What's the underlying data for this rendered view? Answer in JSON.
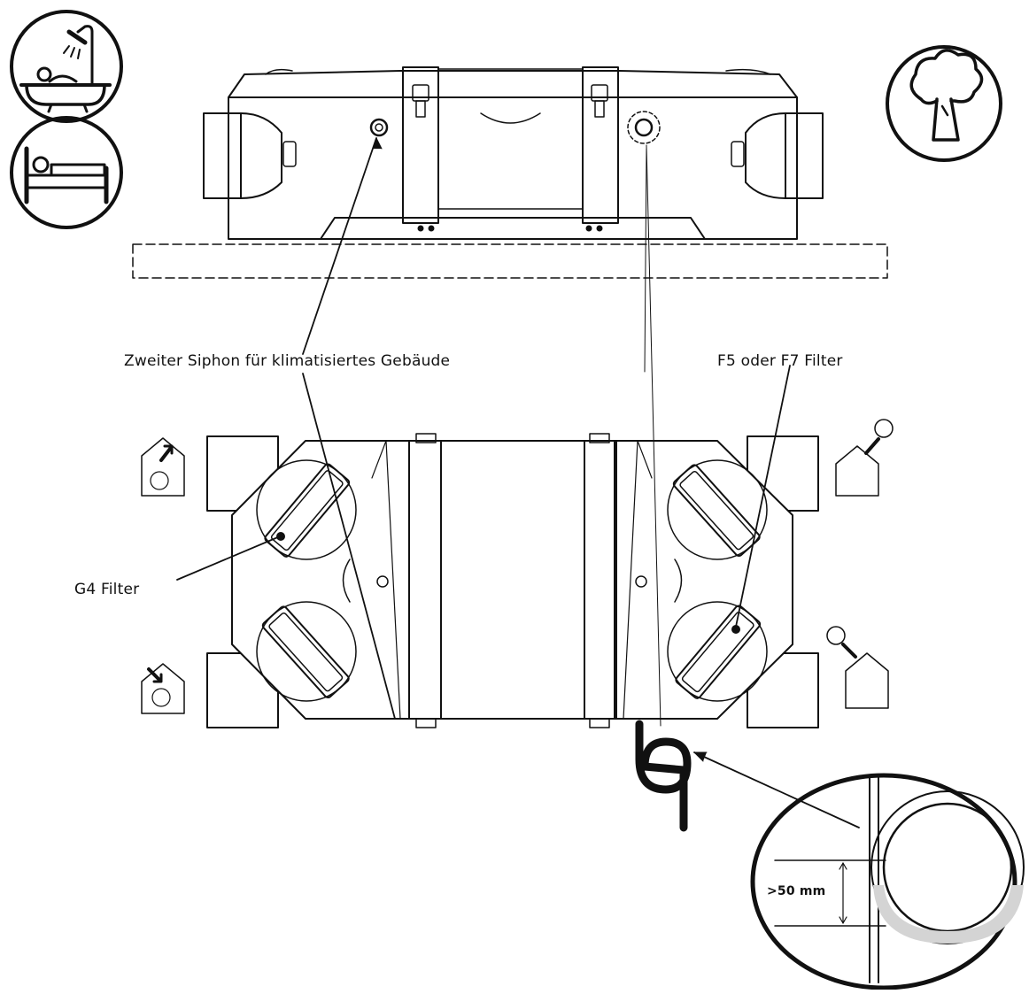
{
  "labels": {
    "second_siphon": "Zweiter Siphon für klimatisiertes Gebäude",
    "fine_filter": "F5 oder F7 Filter",
    "coarse_filter": "G4 Filter",
    "siphon_height": ">50 mm"
  },
  "icons": {
    "bathroom": "bathtub-shower-icon",
    "bedroom": "bed-icon",
    "outdoor": "tree-icon"
  },
  "colors": {
    "line": "#111111",
    "background": "#ffffff"
  }
}
